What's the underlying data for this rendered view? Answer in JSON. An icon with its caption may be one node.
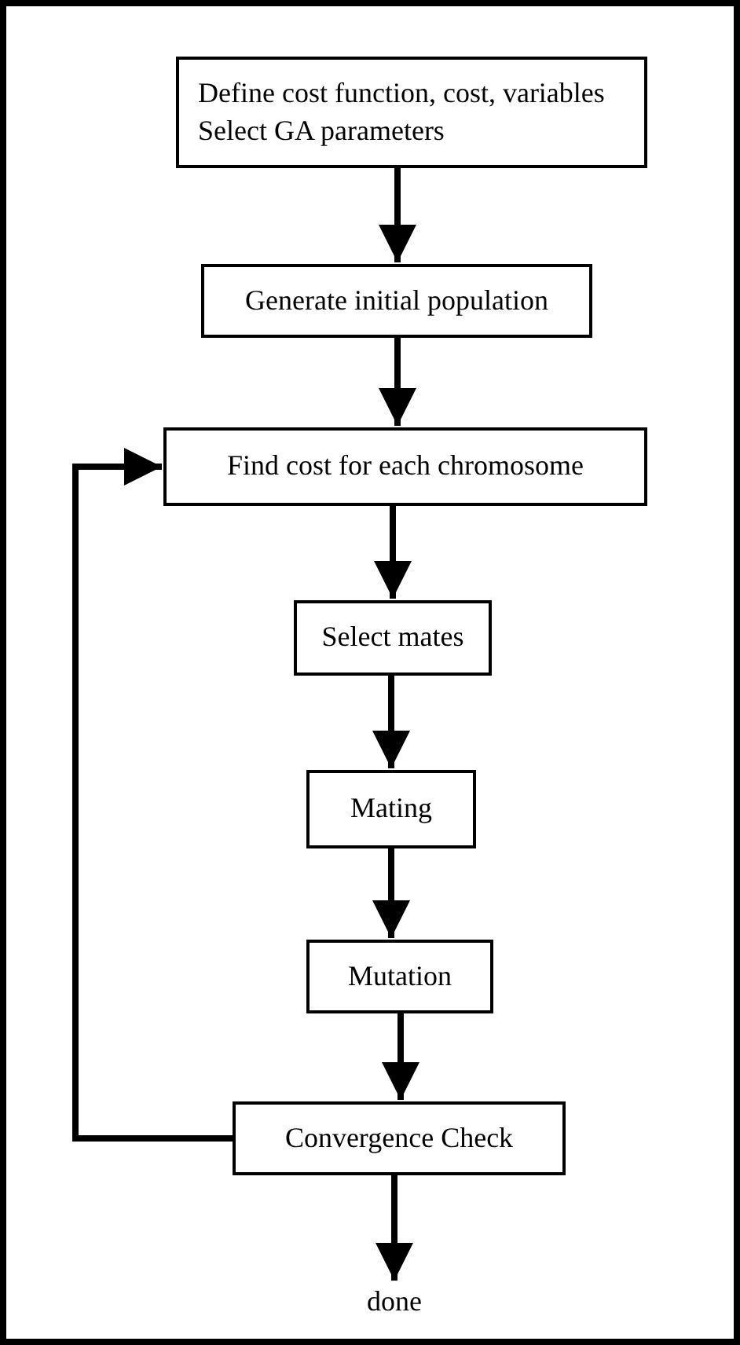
{
  "diagram": {
    "nodes": [
      {
        "text": [
          "Define cost function, cost, variables",
          "Select GA parameters"
        ]
      },
      {
        "text": [
          "Generate initial population"
        ]
      },
      {
        "text": [
          "Find cost for each chromosome"
        ]
      },
      {
        "text": [
          "Select mates"
        ]
      },
      {
        "text": [
          "Mating"
        ]
      },
      {
        "text": [
          "Mutation"
        ]
      },
      {
        "text": [
          "Convergence Check"
        ]
      },
      {
        "text": [
          "done"
        ]
      }
    ],
    "edges": [
      {
        "from": 0,
        "to": 1,
        "arrow": "to"
      },
      {
        "from": 1,
        "to": 2,
        "arrow": "to"
      },
      {
        "from": 2,
        "to": 3,
        "arrow": "to"
      },
      {
        "from": 3,
        "to": 4,
        "arrow": "to"
      },
      {
        "from": 4,
        "to": 5,
        "arrow": "to"
      },
      {
        "from": 5,
        "to": 6,
        "arrow": "to"
      },
      {
        "from": 6,
        "to": 7,
        "arrow": "to"
      },
      {
        "from": 6,
        "to": 2,
        "arrow": "to"
      }
    ]
  }
}
